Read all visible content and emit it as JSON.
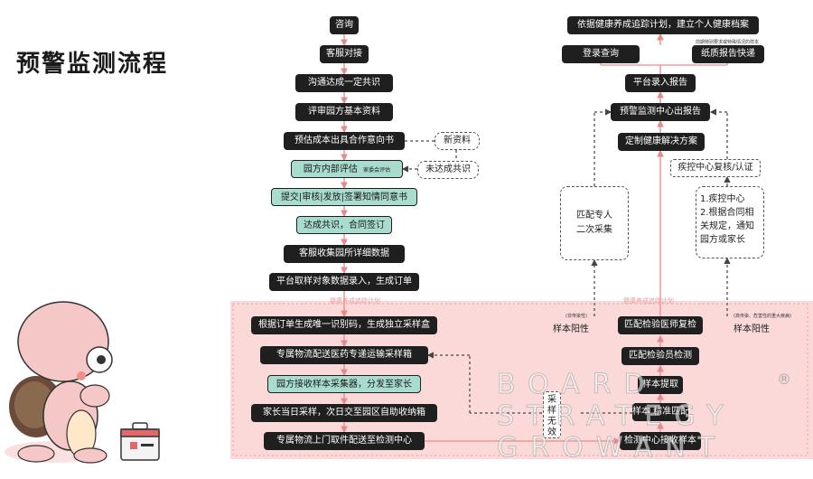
{
  "title": "预警监测流程",
  "left_flow": {
    "n1": "咨询",
    "n2": "客服对接",
    "n3": "沟通达成一定共识",
    "n4": "评审园方基本资料",
    "n5": "预估成本出具合作意向书",
    "n6": "园方内部评估",
    "n6_tag": "家委会评估",
    "n7": "提交|审核|发放|签署知情同意书",
    "n8": "达成共识，合同签订",
    "n9": "客服收集园所详细数据",
    "n10": "平台取样对象数据录入，生成订单",
    "side_new": "新资料",
    "side_noagree": "未达成共识"
  },
  "pink_zone": {
    "track_label": "健康养成追踪计划",
    "l1": "根据订单生成唯一识别码，生成独立采样盒",
    "l2": "专属物流配送医药专递运输采样箱",
    "l3": "园方接收样本采集器，分发至家长",
    "l4": "家长当日采样，次日交至园区自助收纳箱",
    "l5": "专属物流上门取件配送至检测中心",
    "r1": "匹配检验医师复检",
    "r2": "匹配检验员检测",
    "r3": "样本提取",
    "r4": "样本 精准匹配",
    "r5": "检测中心接收样本",
    "invalid": "采样无效",
    "pos_left": "样本阳性",
    "pos_left_note": "(非传染性)",
    "pos_right": "样本阳性",
    "pos_right_note": "(高传染、危害性的重大疾病)"
  },
  "right_flow": {
    "top": "依据健康养成追踪计划，建立个人健康档案",
    "login": "登录查询",
    "paper": "纸质报告快递",
    "paper_note": "前期特别要求或特殊情况的样本",
    "platform": "平台录入报告",
    "center_report": "预警监测中心出报告",
    "custom": "定制健康解决方案",
    "cdc": "疾控中心复核/认证",
    "expert": "匹配专人\n二次采集",
    "cdc_note": "1.疾控中心\n2.根据合同相关规定，通知园方或家长"
  },
  "watermark": {
    "line1": "BOARD",
    "line2": "STRATEGY",
    "line3": "GROWANT",
    "reg": "®"
  },
  "colors": {
    "node_dark": "#1f1f1f",
    "node_teal": "#a8dccf",
    "pink_zone": "#fbd9d9",
    "arrow_pink": "#e58b8b"
  }
}
